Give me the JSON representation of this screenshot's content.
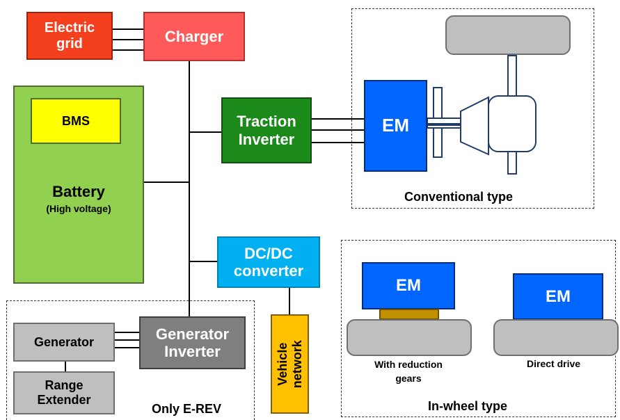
{
  "blocks": {
    "electric_grid": [
      "Electric",
      "grid"
    ],
    "charger": "Charger",
    "bms": "BMS",
    "battery": "Battery",
    "battery_sub": "(High voltage)",
    "traction_inverter": [
      "Traction",
      "Inverter"
    ],
    "em_main": "EM",
    "dcdc": [
      "DC/DC",
      "converter"
    ],
    "vehicle_network": [
      "Vehicle",
      "network"
    ],
    "generator": "Generator",
    "generator_inverter": [
      "Generator",
      "Inverter"
    ],
    "range_extender": [
      "Range",
      "Extender"
    ],
    "em_reduction": "EM",
    "em_direct": "EM"
  },
  "labels": {
    "conventional": "Conventional type",
    "inwheel": "In-wheel type",
    "with_reduction": [
      "With reduction",
      "gears"
    ],
    "direct_drive": "Direct drive",
    "only_erev": "Only E-REV"
  },
  "colors": {
    "grid_red": "#f4401c",
    "charger_red": "#ff5a5a",
    "battery_green": "#92d050",
    "bms_yellow": "#ffff00",
    "inverter_green": "#1b8a1b",
    "em_blue": "#0066ff",
    "dcdc_cyan": "#00b0f0",
    "network_yellow": "#ffc000",
    "gray_box": "#bfbfbf",
    "gen_inverter_gray": "#7f7f7f",
    "gear_brown": "#c09000"
  }
}
